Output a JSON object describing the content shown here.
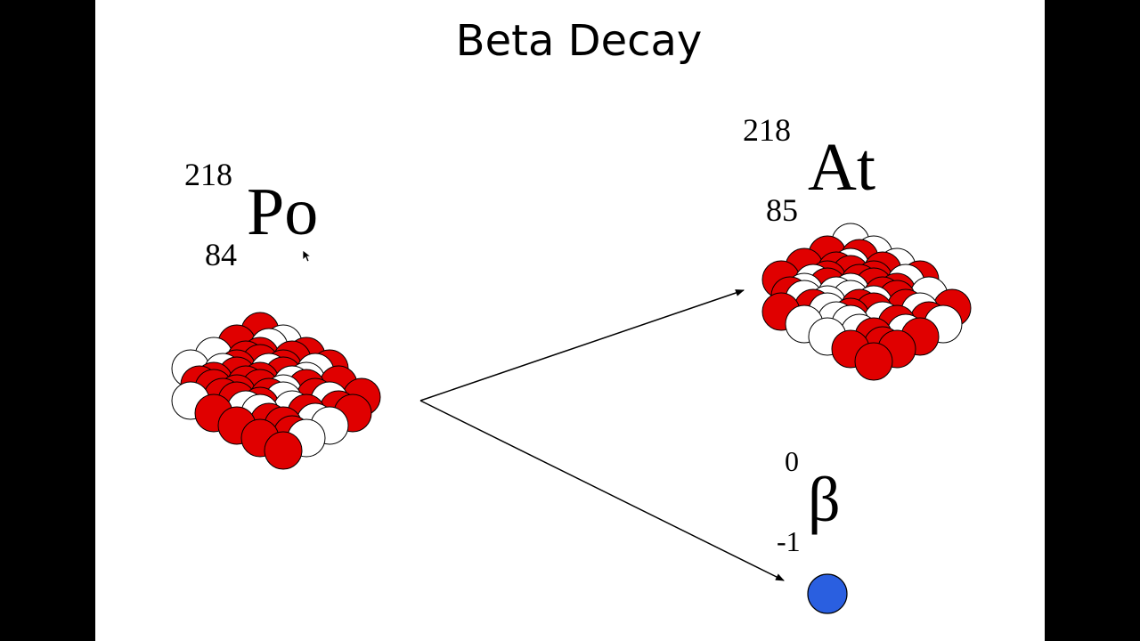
{
  "title": "Beta Decay",
  "parent": {
    "mass_number": "218",
    "atomic_number": "84",
    "symbol": "Po"
  },
  "daughter": {
    "mass_number": "218",
    "atomic_number": "85",
    "symbol": "At"
  },
  "beta": {
    "mass_number": "0",
    "atomic_number": "-1",
    "symbol": "β"
  },
  "colors": {
    "proton": "#e00000",
    "neutron": "#ffffff",
    "electron": "#2a5fe0",
    "outline": "#000000"
  }
}
